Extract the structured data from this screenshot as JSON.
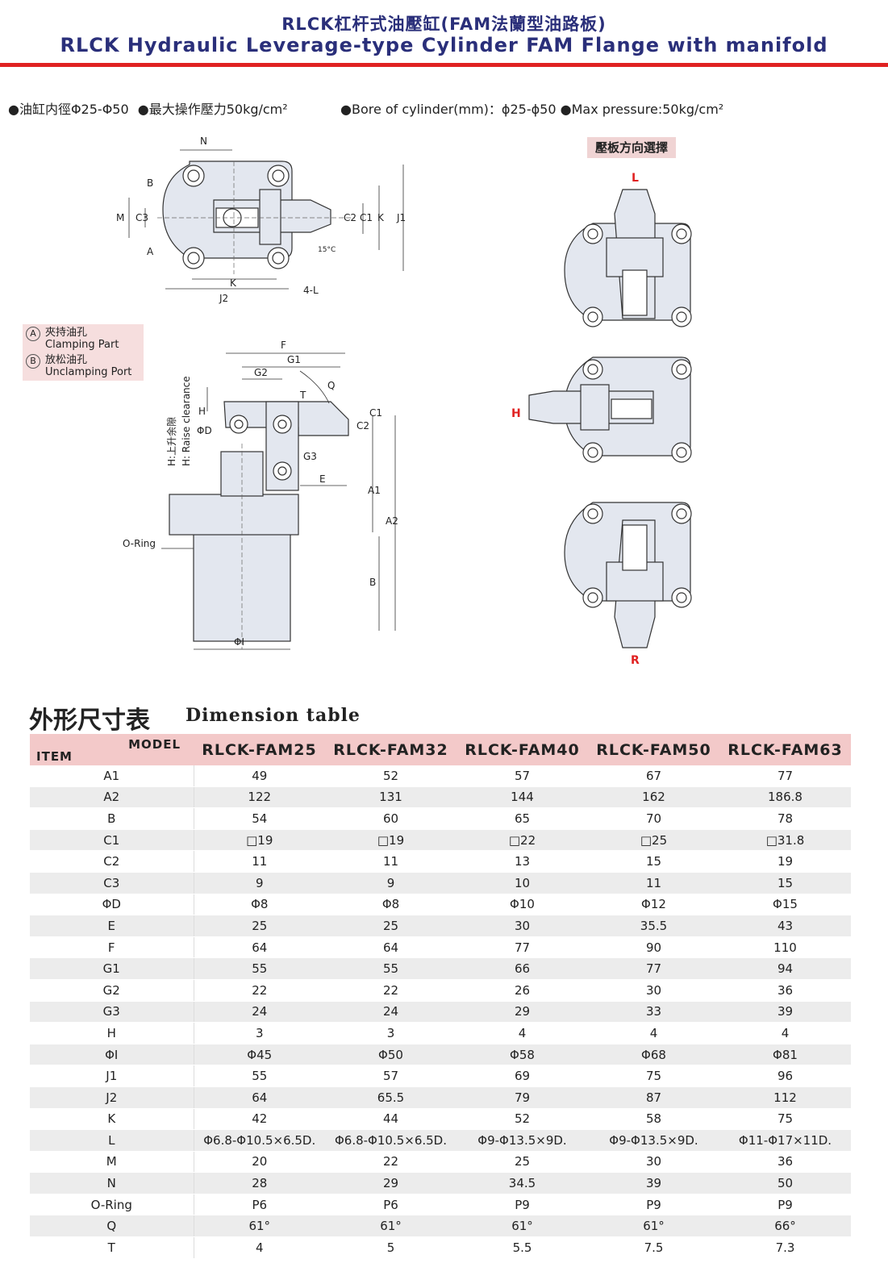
{
  "header": {
    "title_cn": "RLCK杠杆式油壓缸(FAM法蘭型油路板)",
    "title_en": "RLCK Hydraulic Leverage-type Cylinder FAM Flange with manifold"
  },
  "specs": {
    "cn": [
      "●油缸内徑Φ25-Φ50",
      "●最大操作壓力50kg/cm²"
    ],
    "en": [
      "●Bore of cylinder(mm)：ϕ25-ϕ50",
      "●Max pressure:50kg/cm²"
    ]
  },
  "legend": {
    "a_letter": "A",
    "a_cn": "夾持油孔",
    "a_en": "Clamping Part",
    "b_letter": "B",
    "b_cn": "放松油孔",
    "b_en": "Unclamping Port"
  },
  "top_view_labels": {
    "n": "N",
    "b": "B",
    "a": "A",
    "m": "M",
    "c3": "C3",
    "c2": "C2",
    "c1": "C1",
    "k_right": "K",
    "j1": "J1",
    "k_bottom": "K",
    "j2": "J2",
    "angle": "15°C",
    "holes": "4-L"
  },
  "side_view_labels": {
    "f": "F",
    "g1": "G1",
    "g2": "G2",
    "q": "Q",
    "t": "T",
    "h": "H",
    "d": "ΦD",
    "c1": "C1",
    "c2": "C2",
    "g3": "G3",
    "e": "E",
    "a1": "A1",
    "a2": "A2",
    "b": "B",
    "oring": "O-Ring",
    "phi_i": "ΦI",
    "raise_cn": "H:上升余隙",
    "raise_en": "H: Raise clearance"
  },
  "orientation": {
    "label": "壓板方向選擇",
    "l": "L",
    "h": "H",
    "r": "R",
    "accent": "#e02222"
  },
  "dimension_table": {
    "title_cn": "外形尺寸表",
    "title_en": "Dimension table",
    "corner_model": "MODEL",
    "corner_item": "ITEM",
    "header_color": "#f3c9c9",
    "models": [
      "RLCK-FAM25",
      "RLCK-FAM32",
      "RLCK-FAM40",
      "RLCK-FAM50",
      "RLCK-FAM63"
    ],
    "rows": [
      {
        "item": "A1",
        "values": [
          "49",
          "52",
          "57",
          "67",
          "77"
        ]
      },
      {
        "item": "A2",
        "values": [
          "122",
          "131",
          "144",
          "162",
          "186.8"
        ]
      },
      {
        "item": "B",
        "values": [
          "54",
          "60",
          "65",
          "70",
          "78"
        ]
      },
      {
        "item": "C1",
        "values": [
          "□19",
          "□19",
          "□22",
          "□25",
          "□31.8"
        ]
      },
      {
        "item": "C2",
        "values": [
          "11",
          "11",
          "13",
          "15",
          "19"
        ]
      },
      {
        "item": "C3",
        "values": [
          "9",
          "9",
          "10",
          "11",
          "15"
        ]
      },
      {
        "item": "ΦD",
        "values": [
          "Φ8",
          "Φ8",
          "Φ10",
          "Φ12",
          "Φ15"
        ]
      },
      {
        "item": "E",
        "values": [
          "25",
          "25",
          "30",
          "35.5",
          "43"
        ]
      },
      {
        "item": "F",
        "values": [
          "64",
          "64",
          "77",
          "90",
          "110"
        ]
      },
      {
        "item": "G1",
        "values": [
          "55",
          "55",
          "66",
          "77",
          "94"
        ]
      },
      {
        "item": "G2",
        "values": [
          "22",
          "22",
          "26",
          "30",
          "36"
        ]
      },
      {
        "item": "G3",
        "values": [
          "24",
          "24",
          "29",
          "33",
          "39"
        ]
      },
      {
        "item": "H",
        "values": [
          "3",
          "3",
          "4",
          "4",
          "4"
        ]
      },
      {
        "item": "ΦI",
        "values": [
          "Φ45",
          "Φ50",
          "Φ58",
          "Φ68",
          "Φ81"
        ]
      },
      {
        "item": "J1",
        "values": [
          "55",
          "57",
          "69",
          "75",
          "96"
        ]
      },
      {
        "item": "J2",
        "values": [
          "64",
          "65.5",
          "79",
          "87",
          "112"
        ]
      },
      {
        "item": "K",
        "values": [
          "42",
          "44",
          "52",
          "58",
          "75"
        ]
      },
      {
        "item": "L",
        "values": [
          "Φ6.8-Φ10.5×6.5D.",
          "Φ6.8-Φ10.5×6.5D.",
          "Φ9-Φ13.5×9D.",
          "Φ9-Φ13.5×9D.",
          "Φ11-Φ17×11D."
        ]
      },
      {
        "item": "M",
        "values": [
          "20",
          "22",
          "25",
          "30",
          "36"
        ]
      },
      {
        "item": "N",
        "values": [
          "28",
          "29",
          "34.5",
          "39",
          "50"
        ]
      },
      {
        "item": "O-Ring",
        "values": [
          "P6",
          "P6",
          "P9",
          "P9",
          "P9"
        ]
      },
      {
        "item": "Q",
        "values": [
          "61°",
          "61°",
          "61°",
          "61°",
          "66°"
        ]
      },
      {
        "item": "T",
        "values": [
          "4",
          "5",
          "5.5",
          "7.5",
          "7.3"
        ]
      }
    ]
  }
}
